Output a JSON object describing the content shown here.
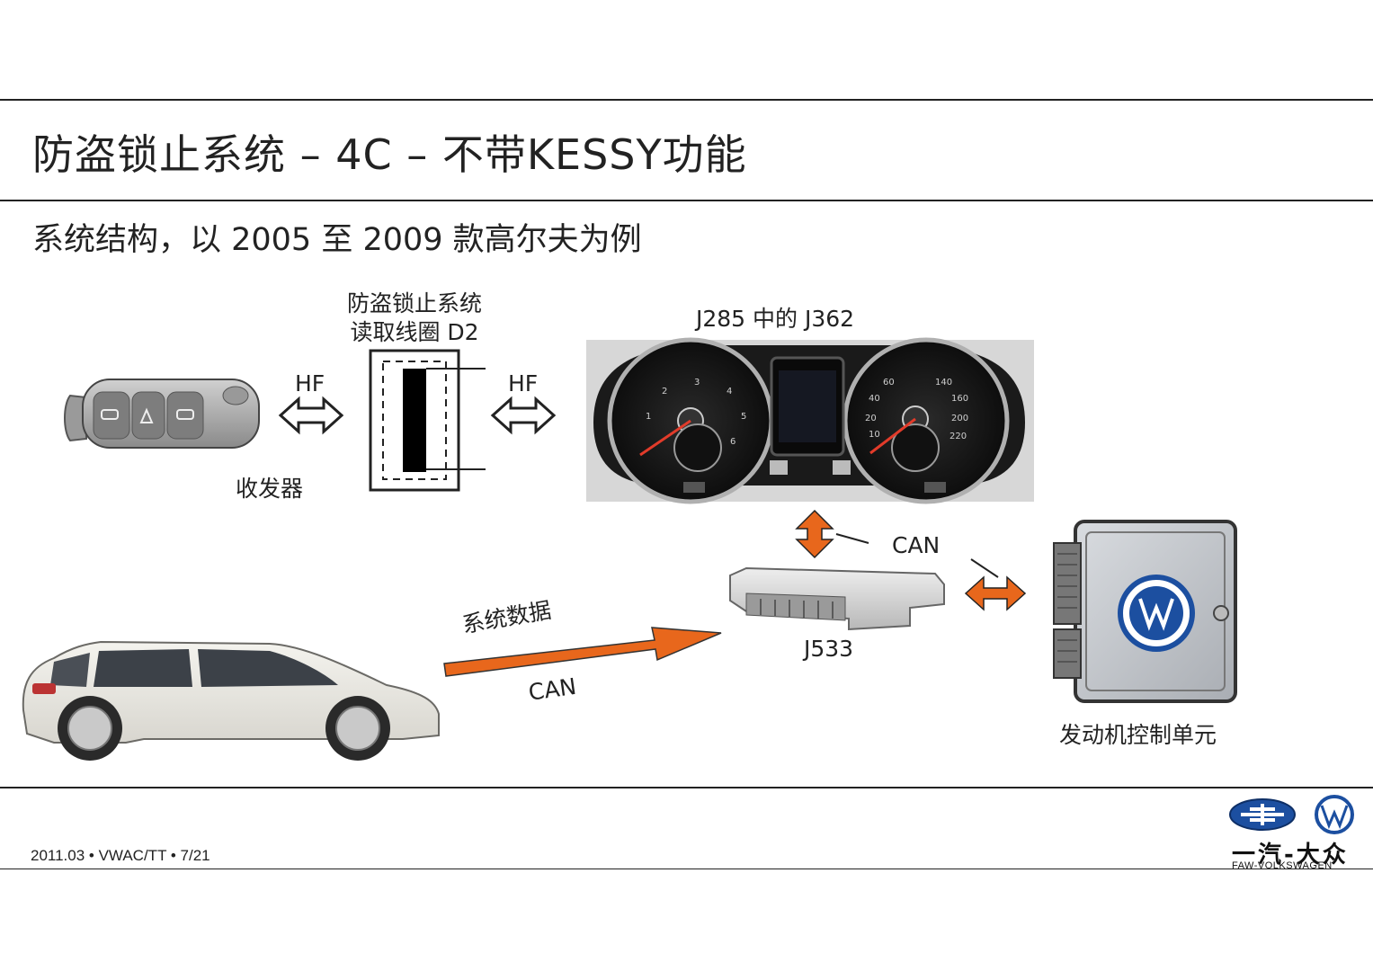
{
  "slide": {
    "title": "防盗锁止系统 – 4C – 不带KESSY功能",
    "subtitle": "系统结构，以 2005 至 2009 款高尔夫为例"
  },
  "diagram": {
    "transponder_label": "收发器",
    "hf_left": "HF",
    "hf_right": "HF",
    "coil_label_line1": "防盗锁止系统",
    "coil_label_line2": "读取线圈 D2",
    "cluster_label": "J285 中的 J362",
    "can_top": "CAN",
    "gateway_label": "J533",
    "system_data": "系统数据",
    "can_bottom": "CAN",
    "ecu_label": "发动机控制单元",
    "arrow_color": "#e8671c"
  },
  "footer": {
    "text": "2011.03 • VWAC/TT • 7/21",
    "brand_cn": "一汽-大众",
    "brand_en": "FAW-VOLKSWAGEN"
  }
}
